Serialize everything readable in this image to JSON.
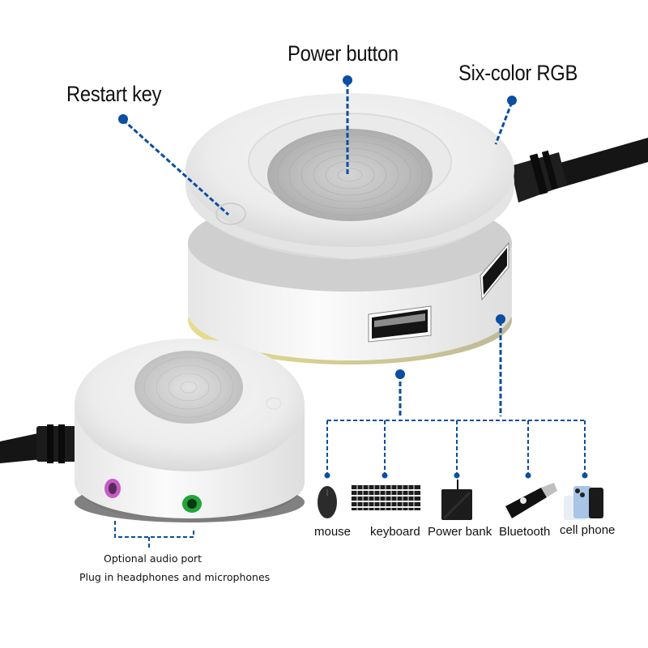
{
  "callouts": {
    "restart_key": "Restart key",
    "power_button": "Power button",
    "rgb": "Six-color RGB"
  },
  "audio": {
    "title": "Optional audio port",
    "subtitle": "Plug in headphones and microphones",
    "ports": [
      {
        "name": "microphone-jack",
        "color": "#c45cc6"
      },
      {
        "name": "headphone-jack",
        "color": "#22a43a"
      }
    ]
  },
  "devices": [
    {
      "id": "mouse",
      "label": "mouse"
    },
    {
      "id": "keyboard",
      "label": "keyboard"
    },
    {
      "id": "power-bank",
      "label": "Power bank"
    },
    {
      "id": "bluetooth",
      "label": "Bluetooth"
    },
    {
      "id": "cell-phone",
      "label": "cell phone"
    }
  ],
  "colors": {
    "accent": "#0b4ea2",
    "device_body": "#f1f1f1",
    "cable": "#111111"
  }
}
